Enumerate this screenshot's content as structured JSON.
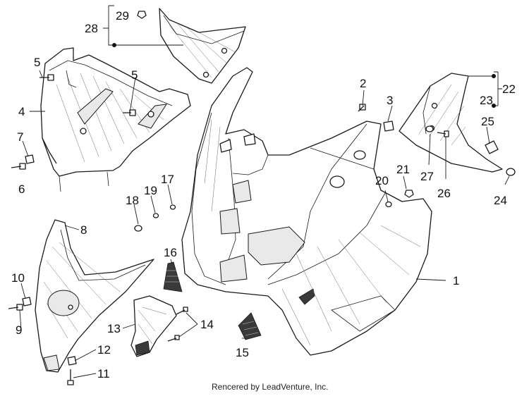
{
  "callouts": {
    "c1": "1",
    "c2": "2",
    "c3": "3",
    "c4": "4",
    "c5a": "5",
    "c5b": "5",
    "c6": "6",
    "c7": "7",
    "c8": "8",
    "c9": "9",
    "c10": "10",
    "c11": "11",
    "c12": "12",
    "c13": "13",
    "c14": "14",
    "c15": "15",
    "c16": "16",
    "c17": "17",
    "c18": "18",
    "c19": "19",
    "c20": "20",
    "c21": "21",
    "c22": "22",
    "c23": "23",
    "c24": "24",
    "c25": "25",
    "c26": "26",
    "c27": "27",
    "c28": "28",
    "c29": "29"
  },
  "credit": "Rencered by LeadVenture, Inc.",
  "colors": {
    "line": "#1a1a1a",
    "background": "#ffffff",
    "watermark": "#dcdcdc"
  }
}
